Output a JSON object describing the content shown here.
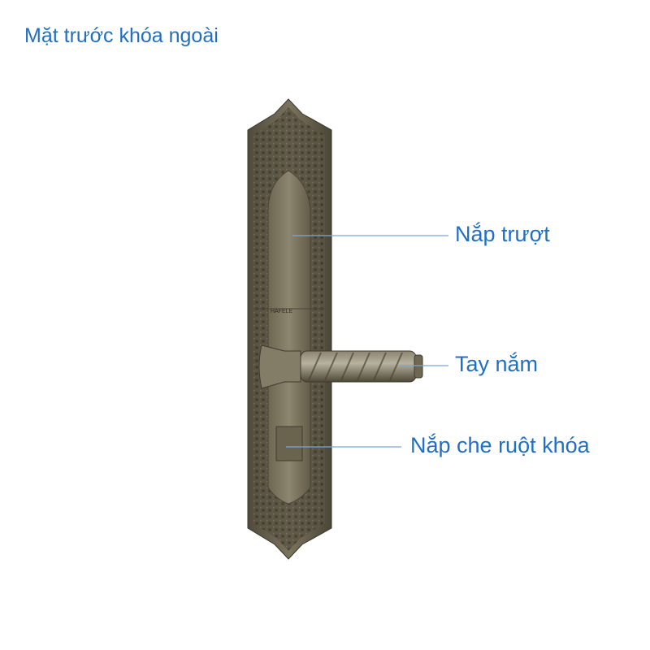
{
  "title": "Mặt trước khóa ngoài",
  "brand_mark": "HAFELE",
  "callouts": [
    {
      "label": "Nắp trượt"
    },
    {
      "label": "Tay nắm"
    },
    {
      "label": "Nắp che ruột khóa"
    }
  ],
  "colors": {
    "text": "#1f6fc6",
    "leader": "#7aa7d8",
    "bronze": "#6e6853"
  }
}
